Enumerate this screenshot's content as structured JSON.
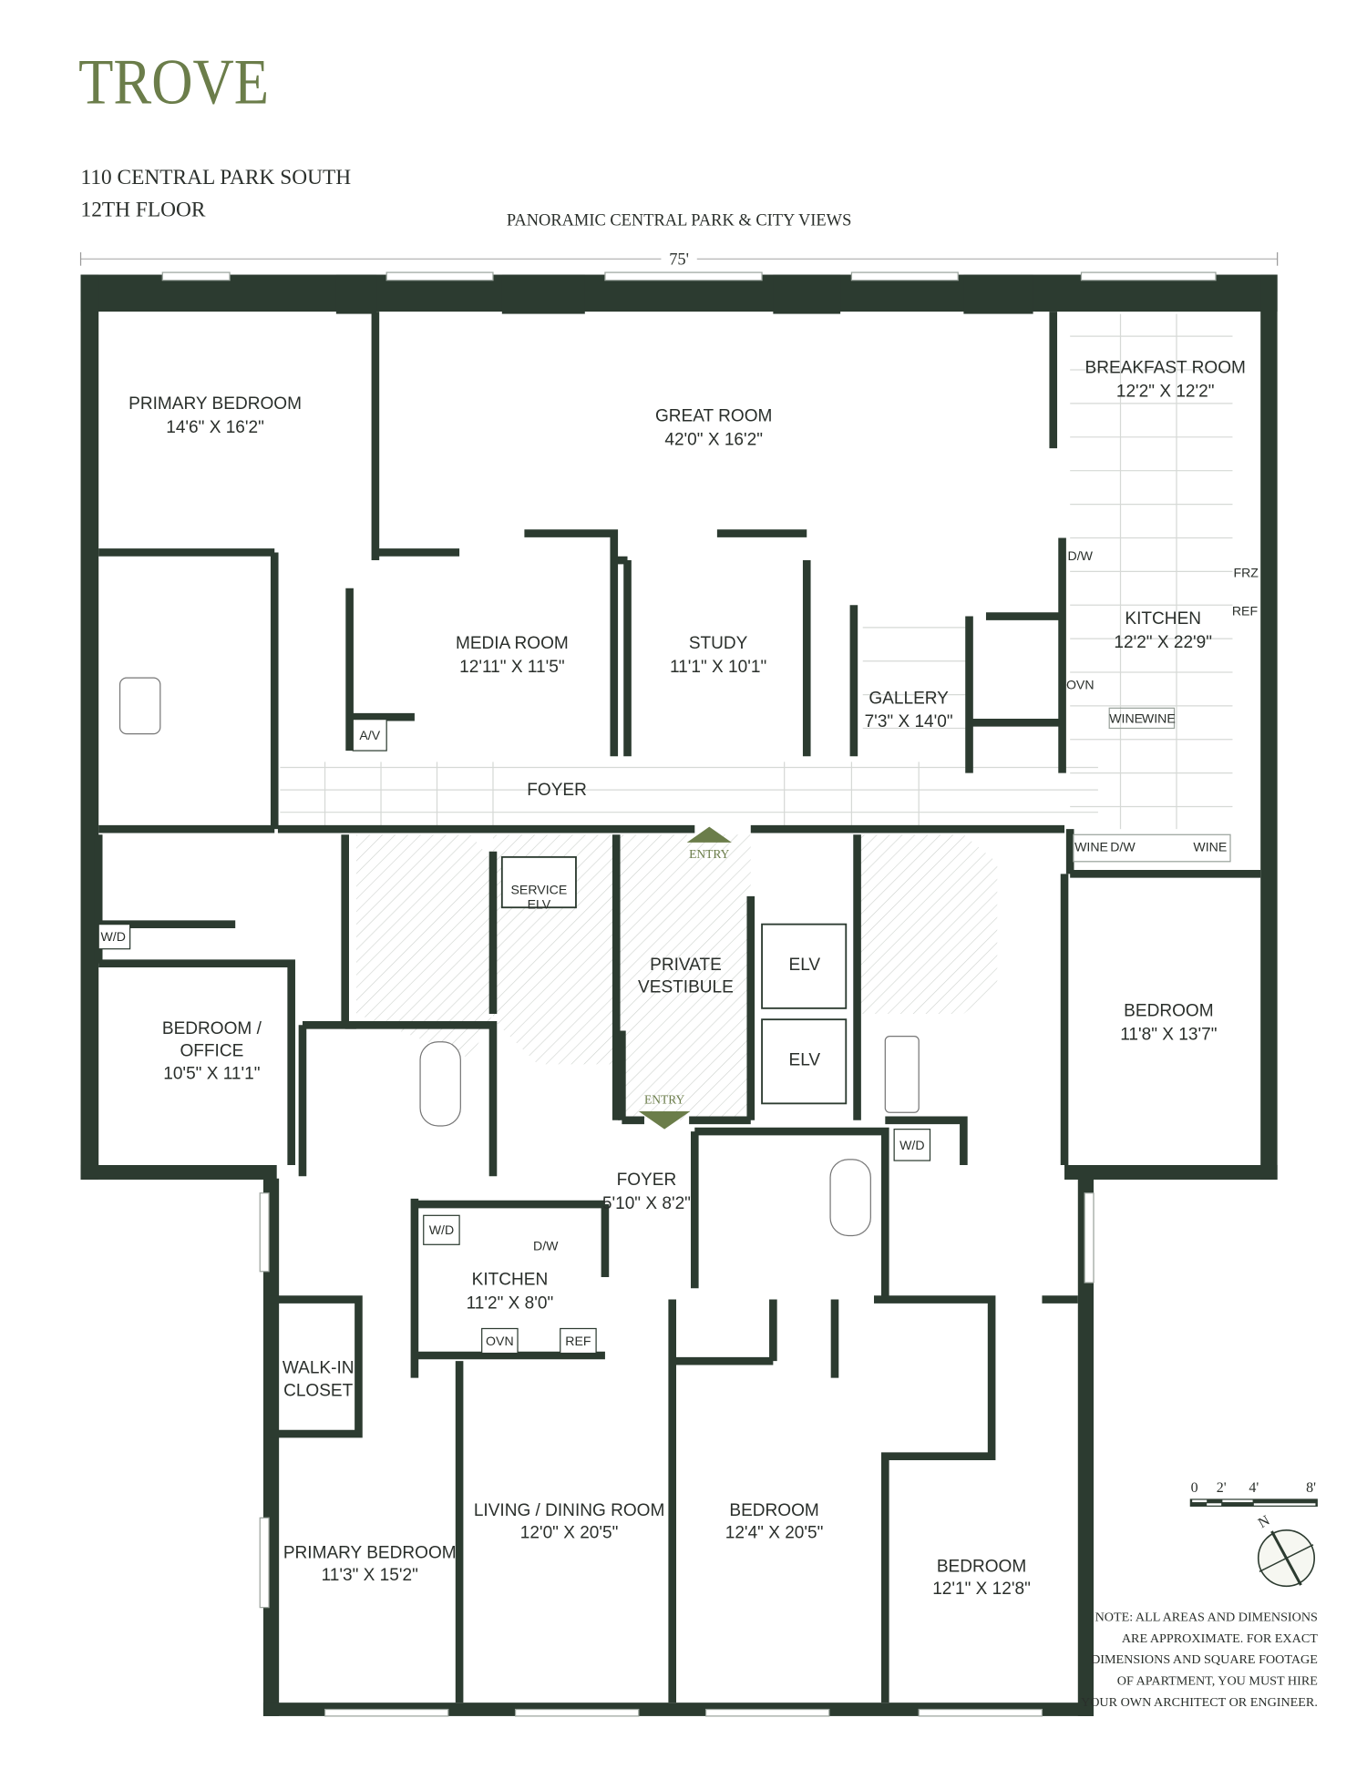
{
  "brand": {
    "logo": "TROVE",
    "color": "#6b7d4a"
  },
  "header": {
    "address": "110 CENTRAL PARK SOUTH",
    "floor": "12TH FLOOR",
    "views": "PANORAMIC CENTRAL PARK & CITY VIEWS",
    "width_dimension": "75'"
  },
  "colors": {
    "walls": "#2c3b30",
    "text": "#2a2f2b",
    "entry_marker": "#6b7d4a"
  },
  "rooms": [
    {
      "name": "PRIMARY BEDROOM",
      "dims": "14'6\" X 16'2\""
    },
    {
      "name": "GREAT ROOM",
      "dims": "42'0\" X 16'2\""
    },
    {
      "name": "BREAKFAST ROOM",
      "dims": "12'2\" X 12'2\""
    },
    {
      "name": "MEDIA ROOM",
      "dims": "12'11\" X 11'5\""
    },
    {
      "name": "STUDY",
      "dims": "11'1\" X 10'1\""
    },
    {
      "name": "GALLERY",
      "dims": "7'3\" X 14'0\""
    },
    {
      "name": "KITCHEN",
      "dims": "12'2\" X 22'9\""
    },
    {
      "name": "FOYER",
      "dims": ""
    },
    {
      "name": "BEDROOM /",
      "name2": "OFFICE",
      "dims": "10'5\" X 11'1\""
    },
    {
      "name": "BEDROOM",
      "dims": "11'8\" X 13'7\""
    },
    {
      "name": "FOYER",
      "dims": "5'10\" X 8'2\""
    },
    {
      "name": "KITCHEN",
      "dims": "11'2\" X 8'0\""
    },
    {
      "name": "WALK-IN",
      "name2": "CLOSET",
      "dims": ""
    },
    {
      "name": "LIVING / DINING ROOM",
      "dims": "12'0\" X 20'5\""
    },
    {
      "name": "BEDROOM",
      "dims": "12'4\" X 20'5\""
    },
    {
      "name": "BEDROOM",
      "dims": "12'1\" X 12'8\""
    },
    {
      "name": "PRIMARY BEDROOM",
      "dims": "11'3\" X 15'2\""
    }
  ],
  "core": {
    "service_elevator": [
      "SERVICE",
      "ELV"
    ],
    "vestibule": [
      "PRIVATE",
      "VESTIBULE"
    ],
    "elevators": [
      "ELV",
      "ELV"
    ],
    "entry_top": "ENTRY",
    "entry_bottom": "ENTRY"
  },
  "fixtures": {
    "av": "A/V",
    "dw1": "D/W",
    "frz": "FRZ",
    "ref1": "REF",
    "ovn1": "OVN",
    "wine1": "WINE",
    "wine2": "WINE",
    "wine3": "WINE",
    "dw2": "D/W",
    "wine4": "WINE",
    "wd1": "W/D",
    "wd2": "W/D",
    "dw3": "D/W",
    "ovn2": "OVN",
    "ref2": "REF",
    "wd3": "W/D"
  },
  "scale": {
    "ticks": [
      "0",
      "2'",
      "4'",
      "8'"
    ],
    "north": "N"
  },
  "note": [
    "NOTE: ALL AREAS AND DIMENSIONS",
    "ARE APPROXIMATE. FOR EXACT",
    "DIMENSIONS AND SQUARE FOOTAGE",
    "OF APARTMENT, YOU MUST HIRE",
    "YOUR OWN ARCHITECT OR ENGINEER."
  ]
}
